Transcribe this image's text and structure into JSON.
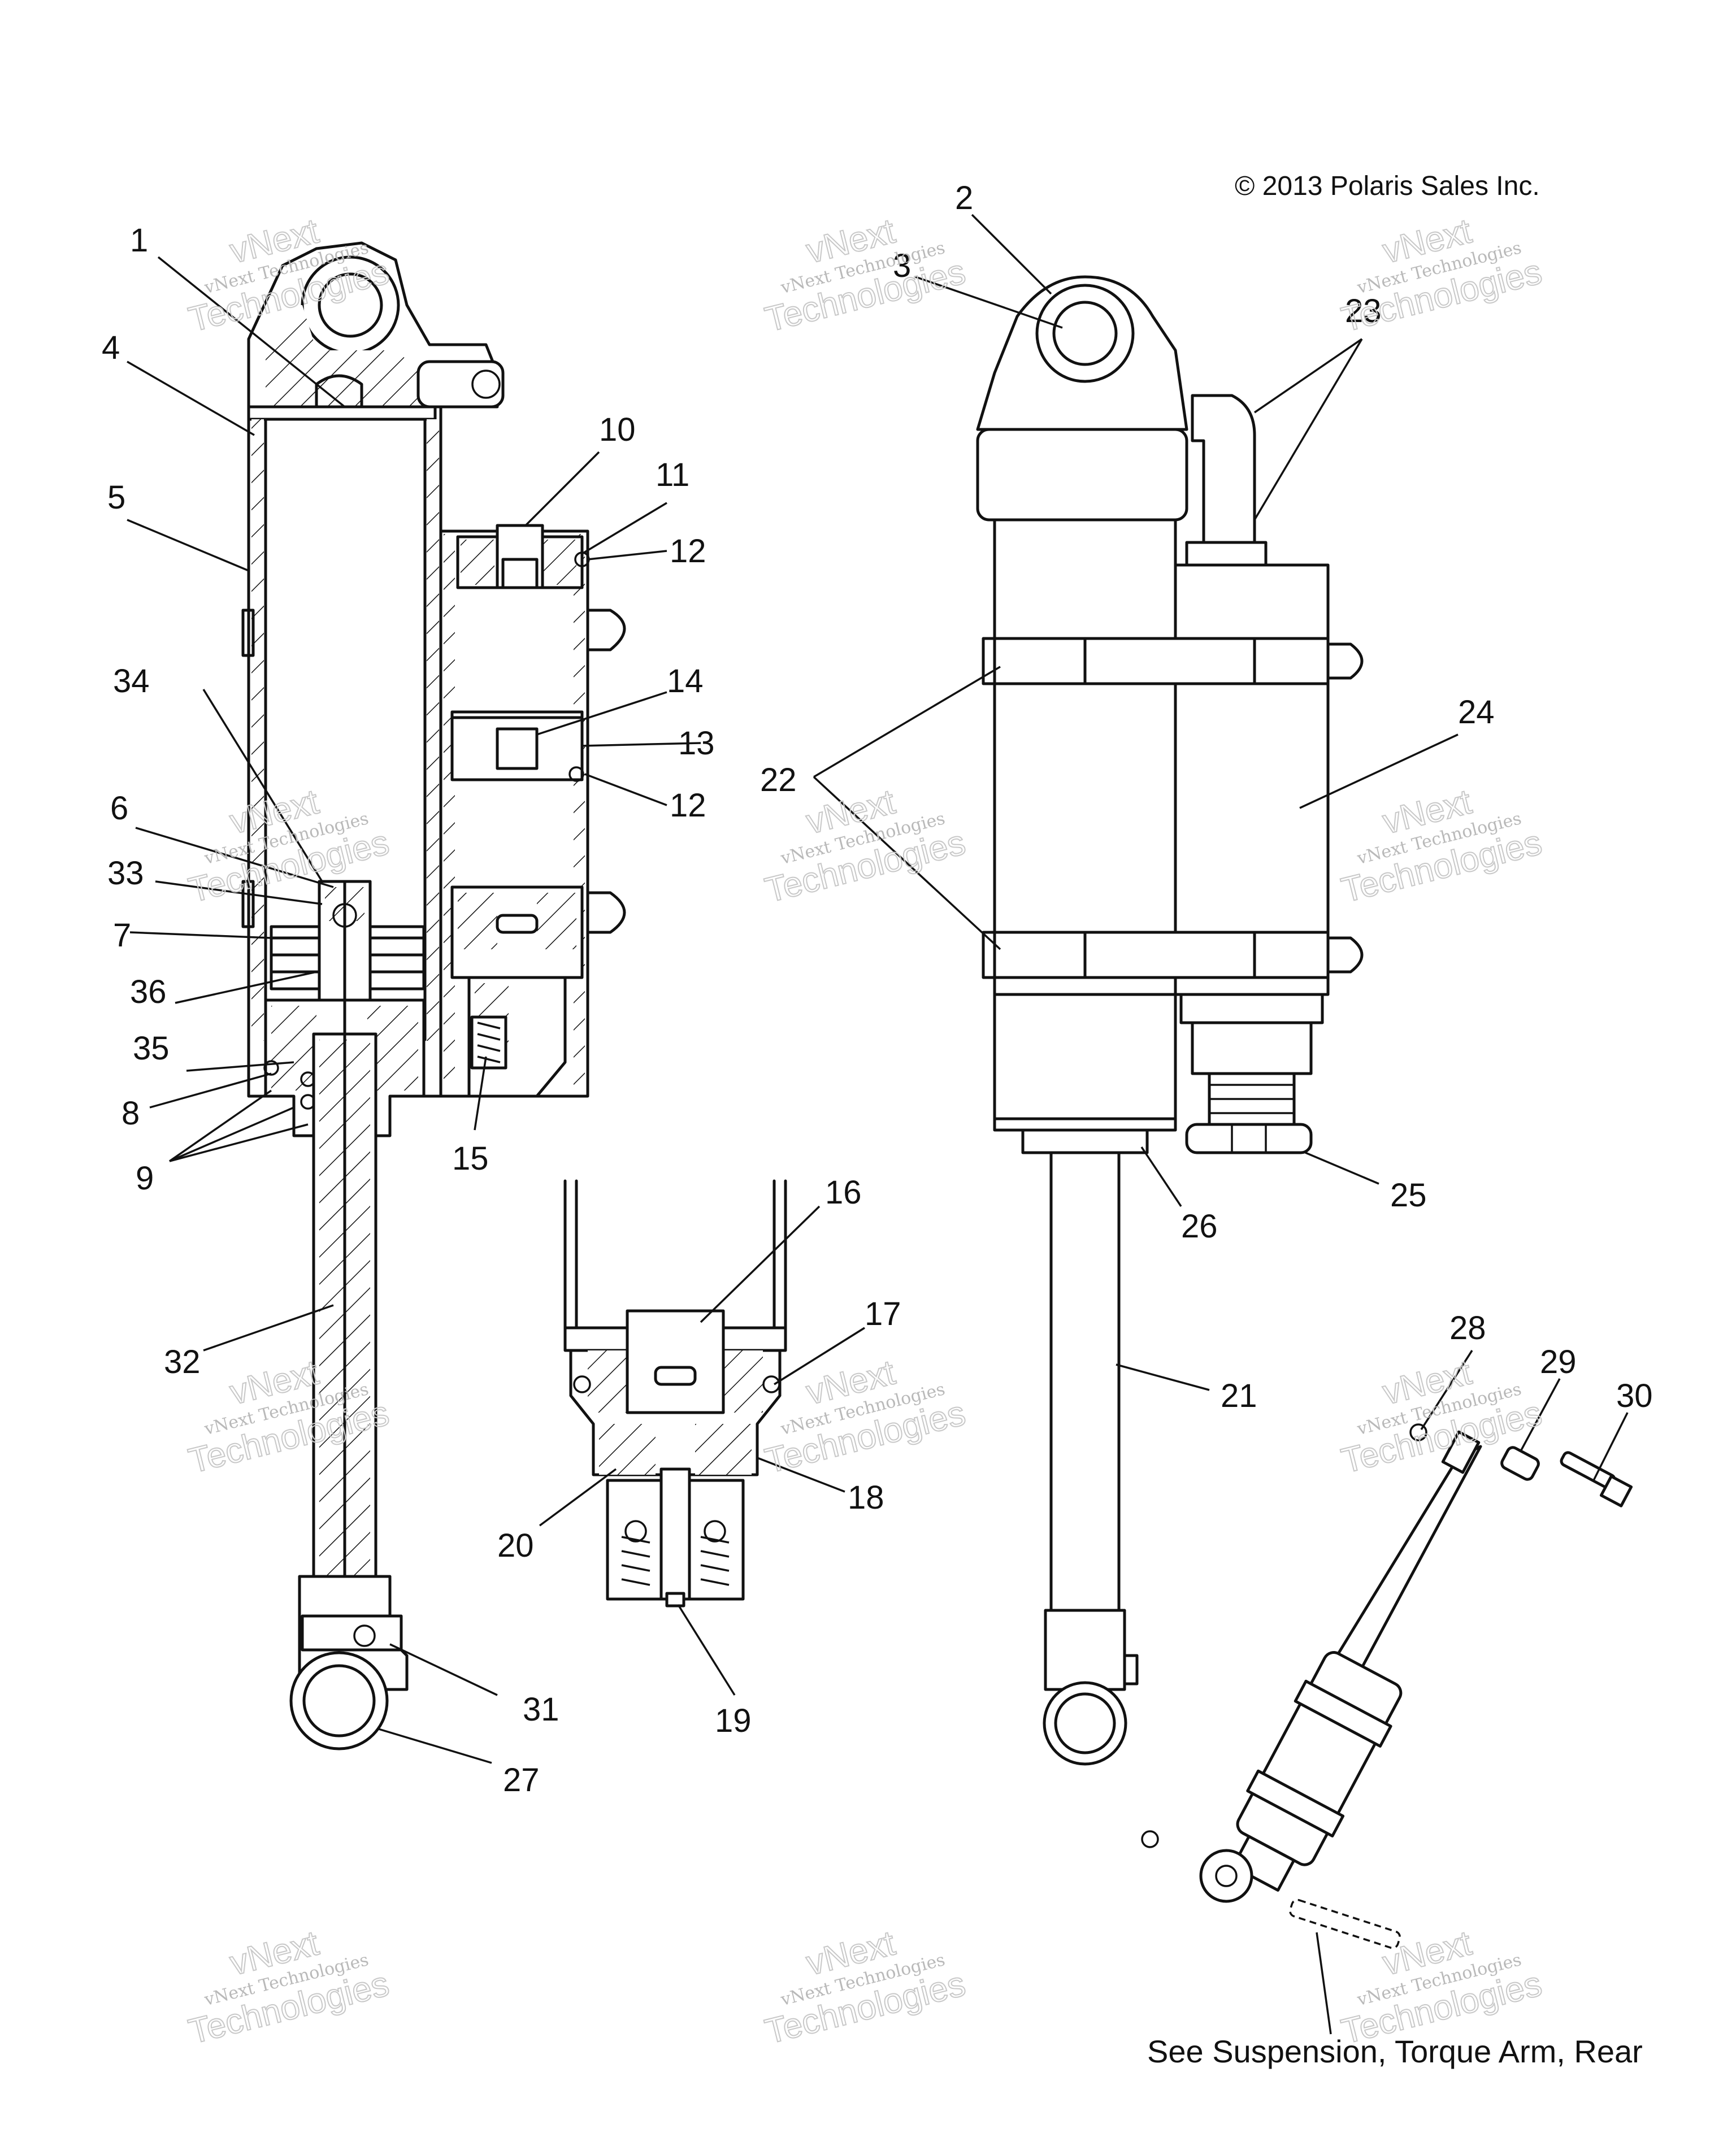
{
  "copyright": "© 2013 Polaris Sales Inc.",
  "footnote": "See Suspension, Torque Arm, Rear",
  "watermark": {
    "line1": "vNext Technologies",
    "line2": "vNext",
    "line3": "Technologies"
  },
  "callouts": [
    {
      "id": "c1",
      "label": "1"
    },
    {
      "id": "c2",
      "label": "2"
    },
    {
      "id": "c3",
      "label": "3"
    },
    {
      "id": "c4",
      "label": "4"
    },
    {
      "id": "c5",
      "label": "5"
    },
    {
      "id": "c6",
      "label": "6"
    },
    {
      "id": "c7",
      "label": "7"
    },
    {
      "id": "c8",
      "label": "8"
    },
    {
      "id": "c9",
      "label": "9"
    },
    {
      "id": "c10",
      "label": "10"
    },
    {
      "id": "c11",
      "label": "11"
    },
    {
      "id": "c12a",
      "label": "12"
    },
    {
      "id": "c12b",
      "label": "12"
    },
    {
      "id": "c13",
      "label": "13"
    },
    {
      "id": "c14",
      "label": "14"
    },
    {
      "id": "c15",
      "label": "15"
    },
    {
      "id": "c16",
      "label": "16"
    },
    {
      "id": "c17",
      "label": "17"
    },
    {
      "id": "c18",
      "label": "18"
    },
    {
      "id": "c19",
      "label": "19"
    },
    {
      "id": "c20",
      "label": "20"
    },
    {
      "id": "c21",
      "label": "21"
    },
    {
      "id": "c22",
      "label": "22"
    },
    {
      "id": "c23",
      "label": "23"
    },
    {
      "id": "c24",
      "label": "24"
    },
    {
      "id": "c25",
      "label": "25"
    },
    {
      "id": "c26",
      "label": "26"
    },
    {
      "id": "c27",
      "label": "27"
    },
    {
      "id": "c28",
      "label": "28"
    },
    {
      "id": "c29",
      "label": "29"
    },
    {
      "id": "c30",
      "label": "30"
    },
    {
      "id": "c31",
      "label": "31"
    },
    {
      "id": "c32",
      "label": "32"
    },
    {
      "id": "c33",
      "label": "33"
    },
    {
      "id": "c34",
      "label": "34"
    },
    {
      "id": "c35",
      "label": "35"
    },
    {
      "id": "c36",
      "label": "36"
    }
  ]
}
